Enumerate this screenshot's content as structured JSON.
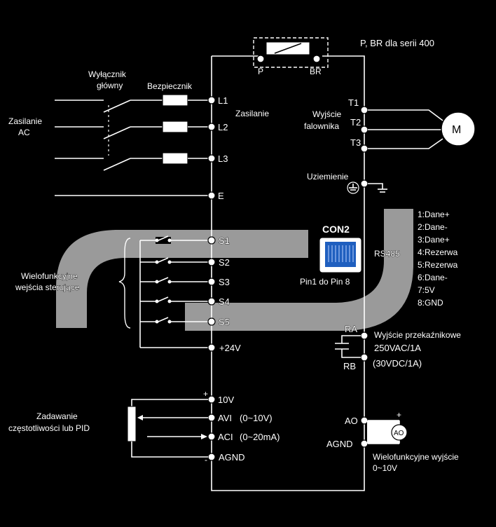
{
  "header": {
    "brake_note": "P, BR dla serii 400"
  },
  "brake": {
    "p_label": "P",
    "br_label": "BR"
  },
  "main_switch": {
    "label_line1": "Wyłącznik",
    "label_line2": "główny",
    "fuse_label": "Bezpiecznik"
  },
  "ac_supply": {
    "label_line1": "Zasilanie",
    "label_line2": "AC"
  },
  "power_in": {
    "title": "Zasilanie",
    "terminals": [
      "L1",
      "L2",
      "L3"
    ],
    "earth": "E"
  },
  "output": {
    "label_line1": "Wyjście",
    "label_line2": "falownika",
    "terminals": [
      "T1",
      "T2",
      "T3"
    ],
    "motor": "M"
  },
  "grounding": {
    "label": "Uziemienie"
  },
  "digital_inputs": {
    "label_line1": "Wielofunkcyjne",
    "label_line2": "wejścia sterujące",
    "terminals": [
      "S1",
      "S2",
      "S3",
      "S4",
      "S5"
    ],
    "supply": "+24V"
  },
  "connector": {
    "name": "CON2",
    "caption": "Pin1 do Pin 8"
  },
  "rs485": {
    "label": "RS485",
    "pins": [
      "1:Dane+",
      "2:Dane-",
      "3:Dane+",
      "4:Rezerwa",
      "5:Rezerwa",
      "6:Dane-",
      "7:5V",
      "8:GND"
    ]
  },
  "relay": {
    "ra": "RA",
    "rb": "RB",
    "label": "Wyjście przekaźnikowe",
    "rating_ac": "250VAC/1A",
    "rating_dc": "(30VDC/1A)"
  },
  "analog_inputs": {
    "label_line1": "Zadawanie",
    "label_line2": "częstotliwości lub PID",
    "plus": "+",
    "minus": "-",
    "v10": "10V",
    "avi": "AVI",
    "avi_range": "(0~10V)",
    "aci": "ACI",
    "aci_range": "(0~20mA)",
    "acm": "AGND"
  },
  "analog_output": {
    "ao": "AO",
    "agnd": "AGND",
    "plus": "+",
    "meter": "AO",
    "label_line1": "Wielofunkcyjne wyjście",
    "label_line2": "0~10V"
  }
}
